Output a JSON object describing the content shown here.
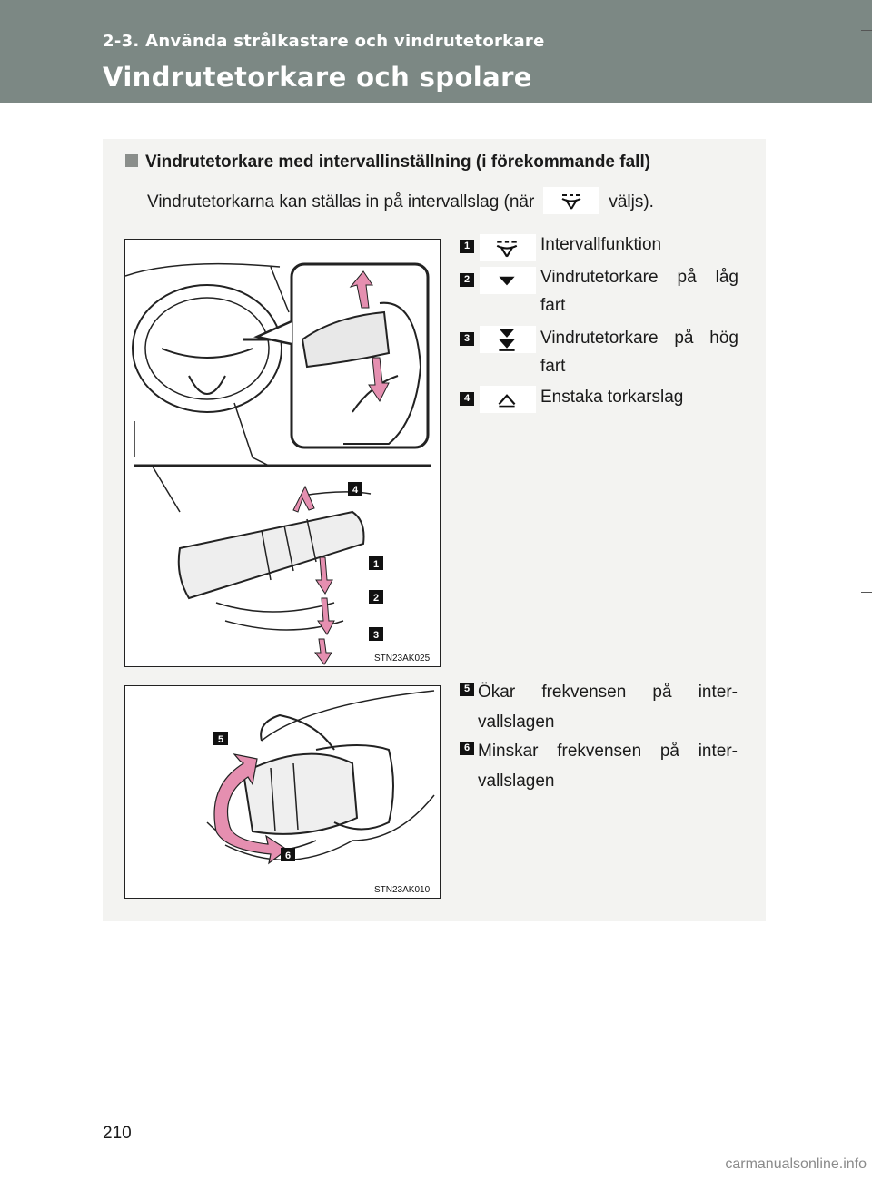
{
  "header": {
    "section": "2-3. Använda strålkastare och vindrutetorkare",
    "title": "Vindrutetorkare och spolare"
  },
  "subsection": {
    "heading": "Vindrutetorkare med intervallinställning (i förekommande fall)",
    "intro_before": "Vindrutetorkarna kan ställas in på intervallslag (när",
    "intro_icon": "intermittent-wiper-icon",
    "intro_after": "väljs)."
  },
  "figure1": {
    "code": "STN23AK025",
    "callouts": [
      "4",
      "1",
      "2",
      "3"
    ]
  },
  "legend": [
    {
      "num": "1",
      "icon": "intermittent-wiper-icon",
      "text": "Intervallfunktion"
    },
    {
      "num": "2",
      "icon": "low-speed-arrow-icon",
      "text": "Vindrutetorkare på låg fart"
    },
    {
      "num": "3",
      "icon": "high-speed-double-arrow-icon",
      "text": "Vindrutetorkare på hög fart"
    },
    {
      "num": "4",
      "icon": "single-wipe-chevron-icon",
      "text": "Enstaka torkarslag"
    }
  ],
  "figure2": {
    "code": "STN23AK010",
    "callouts": [
      "5",
      "6"
    ]
  },
  "legend2": [
    {
      "num": "5",
      "text": "Ökar frekvensen på inter­vallslagen"
    },
    {
      "num": "6",
      "text": "Minskar frekvensen på inter­vallslagen"
    }
  ],
  "page_number": "210",
  "watermark": "carmanualsonline.info",
  "colors": {
    "header_bg": "#7c8884",
    "panel_bg": "#f3f3f1",
    "arrow_pink": "#e58fb0"
  }
}
